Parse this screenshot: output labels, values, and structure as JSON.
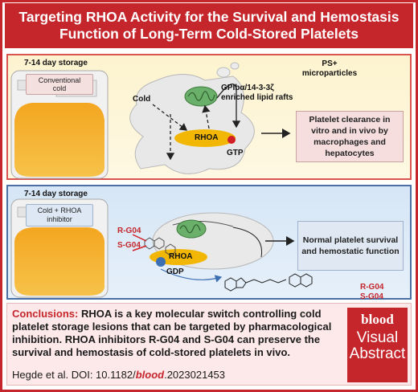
{
  "title": "Targeting RHOA Activity for the Survival and Hemostasis Function of Long-Term Cold-Stored Platelets",
  "panel1": {
    "storage": "7-14 day storage",
    "condition": "Conventional cold",
    "cold": "Cold",
    "ps": "PS+ microparticles",
    "rafts": "GPIbα/14-3-3ζ enriched lipid rafts",
    "rhoa": "RHOA",
    "gtp": "GTP",
    "outcome": "Platelet clearance in vitro and in vivo by macrophages and hepatocytes"
  },
  "panel2": {
    "storage": "7-14 day storage",
    "condition": "Cold + RHOA inhibitor",
    "r_g04": "R-G04",
    "s_g04": "S-G04",
    "rhoa": "RHOA",
    "gdp": "GDP",
    "outcome": "Normal platelet survival and hemostatic function",
    "mol_r": "R-G04",
    "mol_s": "S-G04"
  },
  "conclusion": {
    "head": "Conclusions:",
    "body": " RHOA is a key molecular switch controlling cold platelet storage lesions that can be targeted by pharmacological inhibition. RHOA inhibitors R-G04 and S-G04 can preserve the survival and hemostasis of cold-stored platelets in vivo.",
    "cite_prefix": "Hegde et al. DOI: 10.1182/",
    "cite_blood": "blood",
    "cite_suffix": ".2023021453"
  },
  "logo": {
    "brand": "blood",
    "line1": "Visual",
    "line2": "Abstract"
  },
  "colors": {
    "brand_red": "#c4262c",
    "rhoa_yellow": "#f2b705",
    "gtp_red": "#d11f26",
    "gdp_blue": "#3d6fb3"
  }
}
